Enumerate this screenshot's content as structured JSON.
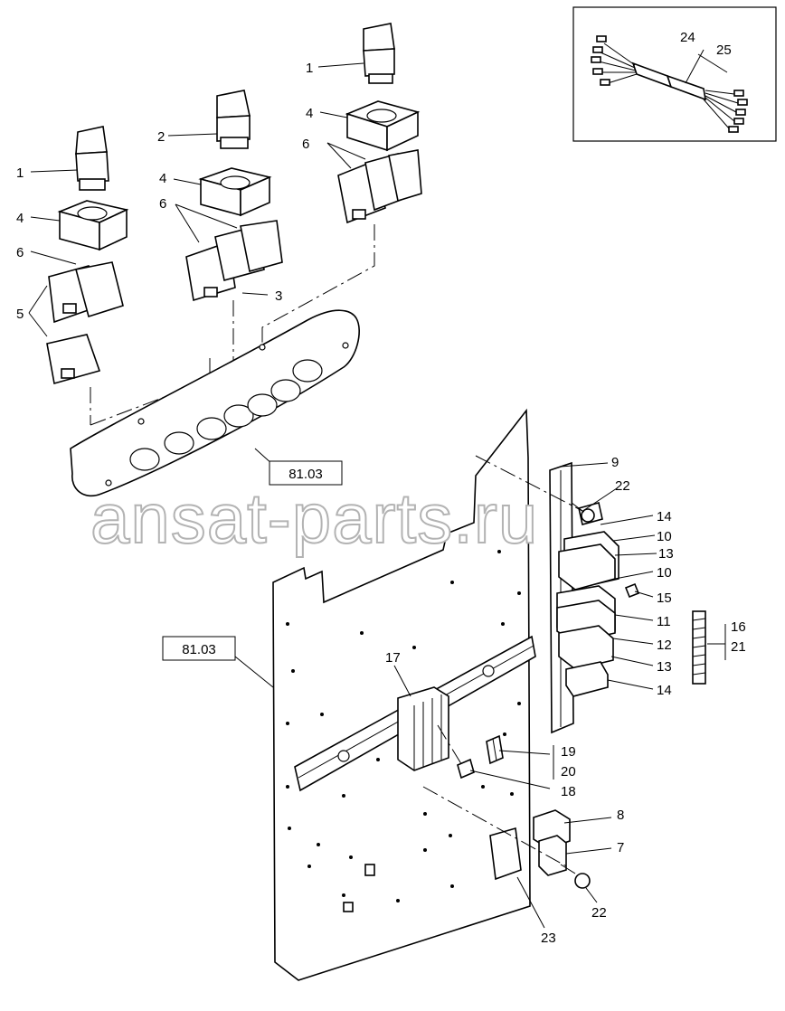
{
  "callouts": [
    "1",
    "1",
    "1",
    "2",
    "4",
    "4",
    "4",
    "4",
    "6",
    "6",
    "6",
    "5",
    "3",
    "24",
    "25",
    "9",
    "22",
    "14",
    "10",
    "13",
    "10",
    "15",
    "11",
    "12",
    "13",
    "14",
    "16",
    "21",
    "17",
    "19",
    "20",
    "18",
    "8",
    "7",
    "22",
    "23"
  ],
  "refs": [
    "81.03",
    "81.03"
  ],
  "watermark": "ansat-parts.ru"
}
